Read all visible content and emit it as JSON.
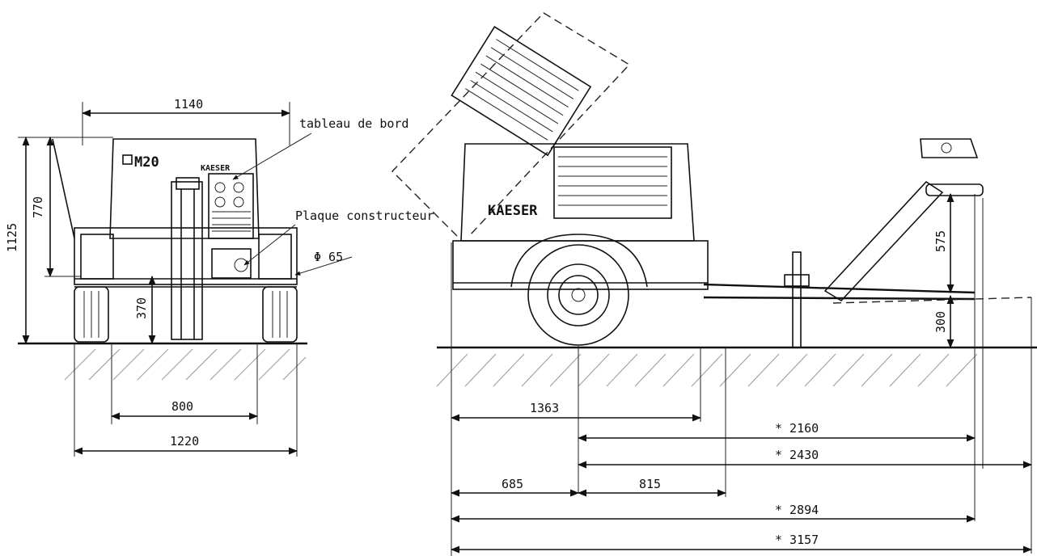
{
  "front_view": {
    "dimensions": {
      "width_top": "1140",
      "height_total": "1125",
      "height_body": "770",
      "ground_clearance": "370",
      "track_width": "800",
      "overall_width": "1220"
    },
    "labels": {
      "dashboard": "tableau de bord",
      "nameplate": "Plaque constructeur",
      "model": "M20",
      "brand_small": "KAESER",
      "coupling": "Φ 65"
    }
  },
  "side_view": {
    "brand": "KAESER",
    "dimensions": {
      "drawbar_height_upper": "575",
      "drawbar_height_lower": "300",
      "front_to_bumper": "1363",
      "axle_to_drawbar_min": "* 2160",
      "axle_to_drawbar_max": "* 2430",
      "front_to_axle": "685",
      "axle_to_rear": "815",
      "length_short": "* 2894",
      "length_long": "* 3157"
    }
  }
}
